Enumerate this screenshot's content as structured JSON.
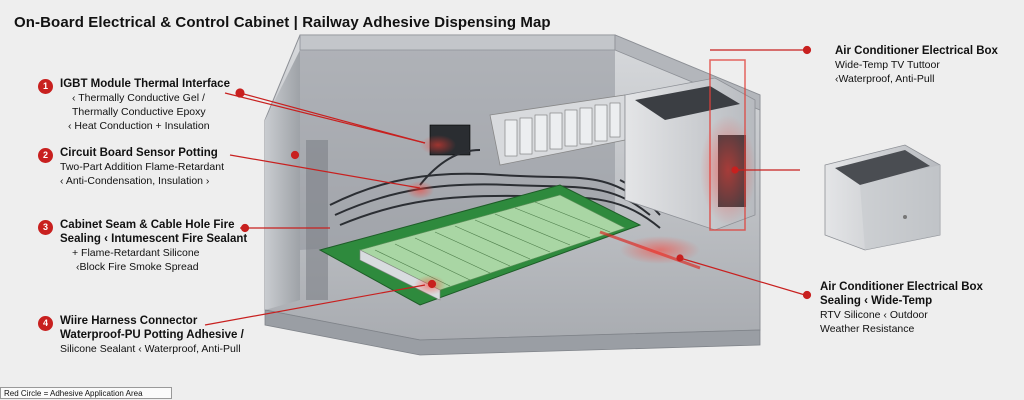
{
  "title": "On-Board Electrical & Control Cabinet | Railway Adhesive Dispensing Map",
  "callouts_left": [
    {
      "num": "1",
      "head": "IGBT Module Thermal Interface",
      "lines": [
        "‹ Thermally Conductive Gel /",
        "Thermally Conductive Epoxy",
        "‹ Heat Conduction + Insulation"
      ]
    },
    {
      "num": "2",
      "head": "Circuit Board Sensor Potting",
      "lines": [
        "Two-Part Addition Flame-Retardant",
        "‹ Anti-Condensation, Insulation ›"
      ]
    },
    {
      "num": "3",
      "head": "Cabinet Seam & Cable Hole Fire",
      "head2": "Sealing ‹ Intumescent Fire Sealant",
      "lines": [
        "+ Flame-Retardant Silicone",
        "‹Block Fire Smoke Spread"
      ]
    },
    {
      "num": "4",
      "head": "Wiire Harness Connector",
      "head2": "Waterproof-PU Potting Adhesive /",
      "lines": [
        "Silicone Sealant ‹ Waterproof, Anti-Pull"
      ]
    }
  ],
  "callouts_right": [
    {
      "head": "Air Conditioner Electrical Box",
      "lines": [
        "Wide-Temp TV Tuttoor",
        "‹Waterproof, Anti-Pull"
      ]
    },
    {
      "head": "Air Conditioner Electrical Box",
      "head2": "Sealing ‹ Wide-Temp",
      "lines": [
        "RTV Silicone ‹ Outdoor",
        "Weather Resistance"
      ]
    }
  ],
  "legend": "Red Circle = Adhesive Application Area",
  "colors": {
    "accent": "#c8201f",
    "metal": "#b9bcc1",
    "pcb": "#2e8a3d"
  }
}
